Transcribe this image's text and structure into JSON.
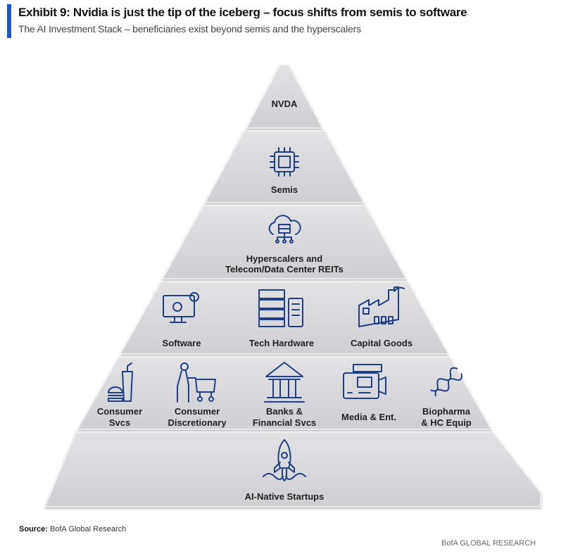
{
  "header": {
    "title": "Exhibit 9: Nvidia is just the tip of the iceberg – focus shifts from semis to software",
    "subtitle": "The AI Investment Stack – beneficiaries exist beyond semis and the hyperscalers"
  },
  "pyramid": {
    "tier1": {
      "label": "NVDA"
    },
    "tier2": {
      "label": "Semis",
      "icon": "chip-icon"
    },
    "tier3": {
      "label_line1": "Hyperscalers and",
      "label_line2": "Telecom/Data Center REITs",
      "icon": "cloud-server-icon"
    },
    "tier4": [
      {
        "label": "Software",
        "icon": "monitor-gear-icon"
      },
      {
        "label": "Tech Hardware",
        "icon": "server-rack-icon"
      },
      {
        "label": "Capital Goods",
        "icon": "factory-icon"
      }
    ],
    "tier5": [
      {
        "line1": "Consumer",
        "line2": "Svcs",
        "icon": "burger-drink-icon"
      },
      {
        "line1": "Consumer",
        "line2": "Discretionary",
        "icon": "shopping-cart-icon"
      },
      {
        "line1": "Banks &",
        "line2": "Financial Svcs",
        "icon": "bank-icon"
      },
      {
        "line1": "Media & Ent.",
        "line2": "",
        "icon": "video-camera-icon"
      },
      {
        "line1": "Biopharma",
        "line2": "& HC Equip",
        "icon": "dna-icon"
      }
    ],
    "tier6": {
      "label": "AI-Native Startups",
      "icon": "rocket-icon"
    }
  },
  "footer": {
    "source_label": "Source:",
    "source_text": " BofA Global Research",
    "brand": "BofA GLOBAL RESEARCH"
  },
  "colors": {
    "accent": "#1a56c4",
    "icon": "#1f3f86",
    "tier": "#d8d8db"
  }
}
